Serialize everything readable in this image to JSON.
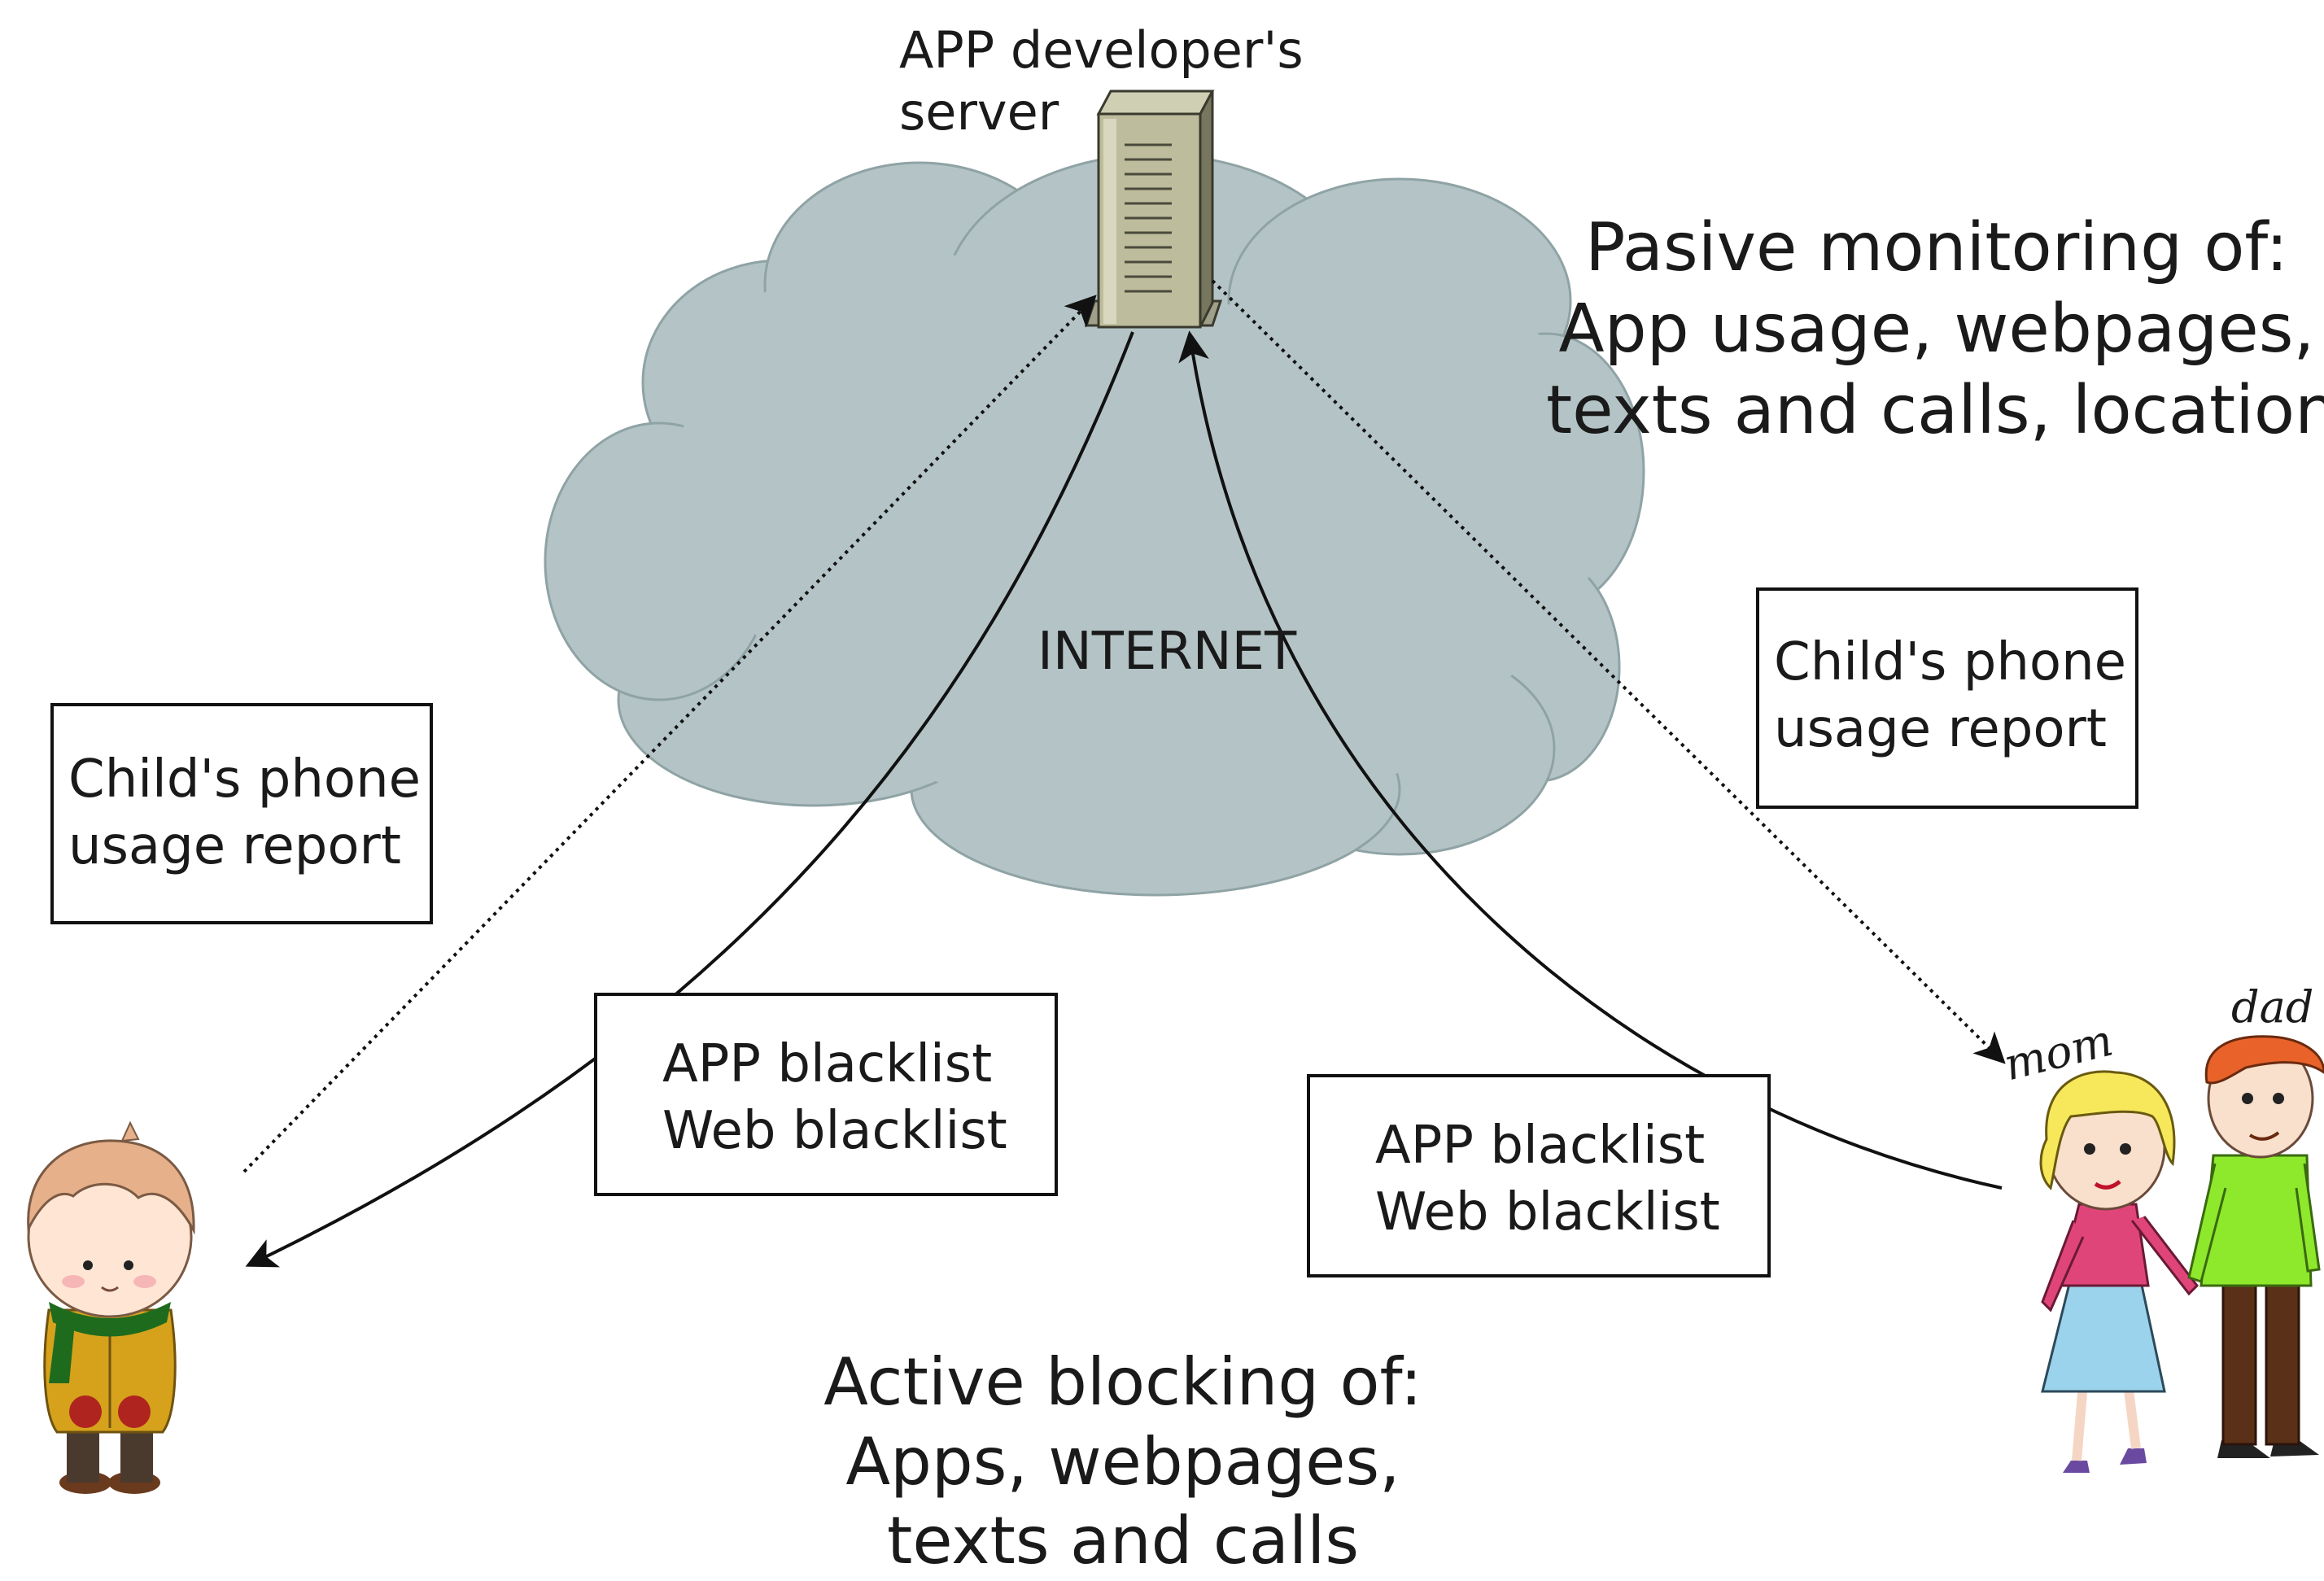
{
  "server": {
    "label_lines": [
      "APP developer's",
      "server"
    ]
  },
  "cloud": {
    "label": "INTERNET",
    "fill": "#b4c4c6",
    "stroke": "#8fa3a5"
  },
  "passive_monitoring": {
    "lines": [
      "Pasive monitoring of:",
      "App usage, webpages,",
      "texts and calls, location"
    ]
  },
  "active_blocking": {
    "lines": [
      "Active blocking of:",
      "Apps, webpages,",
      "texts and calls"
    ]
  },
  "report_left": {
    "lines": [
      "Child's phone",
      "usage report"
    ]
  },
  "report_right": {
    "lines": [
      "Child's phone",
      "usage report"
    ]
  },
  "blacklist_left": {
    "lines": [
      "APP blacklist",
      "Web blacklist"
    ]
  },
  "blacklist_right": {
    "lines": [
      "APP blacklist",
      "Web blacklist"
    ]
  },
  "parents": {
    "mom_label": "mom",
    "dad_label": "dad"
  },
  "icons": {
    "server": "server-tower-icon",
    "child": "child-figure-icon",
    "mom": "mom-figure-icon",
    "dad": "dad-figure-icon"
  }
}
